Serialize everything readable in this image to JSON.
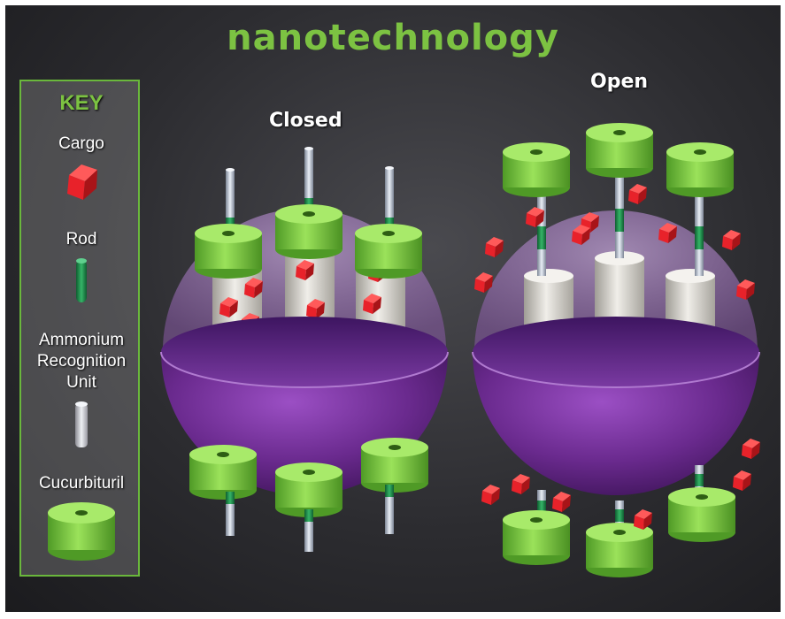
{
  "title": "nanotechnology",
  "key": {
    "heading": "KEY",
    "items": [
      {
        "label": "Cargo",
        "icon": "cargo-cube-icon"
      },
      {
        "label": "Rod",
        "icon": "rod-icon"
      },
      {
        "label": "Ammonium Recognition Unit",
        "lines": [
          "Ammonium",
          "Recognition",
          "Unit"
        ],
        "icon": "ammonium-unit-icon"
      },
      {
        "label": "Cucurbituril",
        "icon": "cucurbituril-ring-icon"
      }
    ]
  },
  "diagrams": {
    "closed_label": "Closed",
    "open_label": "Open"
  },
  "colors": {
    "accent_green": "#7cc242",
    "cucurbituril_green": "#8fd14f",
    "rod_green": "#1f8a4a",
    "sphere_purple": "#6b2c8c",
    "cargo_red": "#e8222a",
    "unit_gray": "#d9d6d0"
  }
}
